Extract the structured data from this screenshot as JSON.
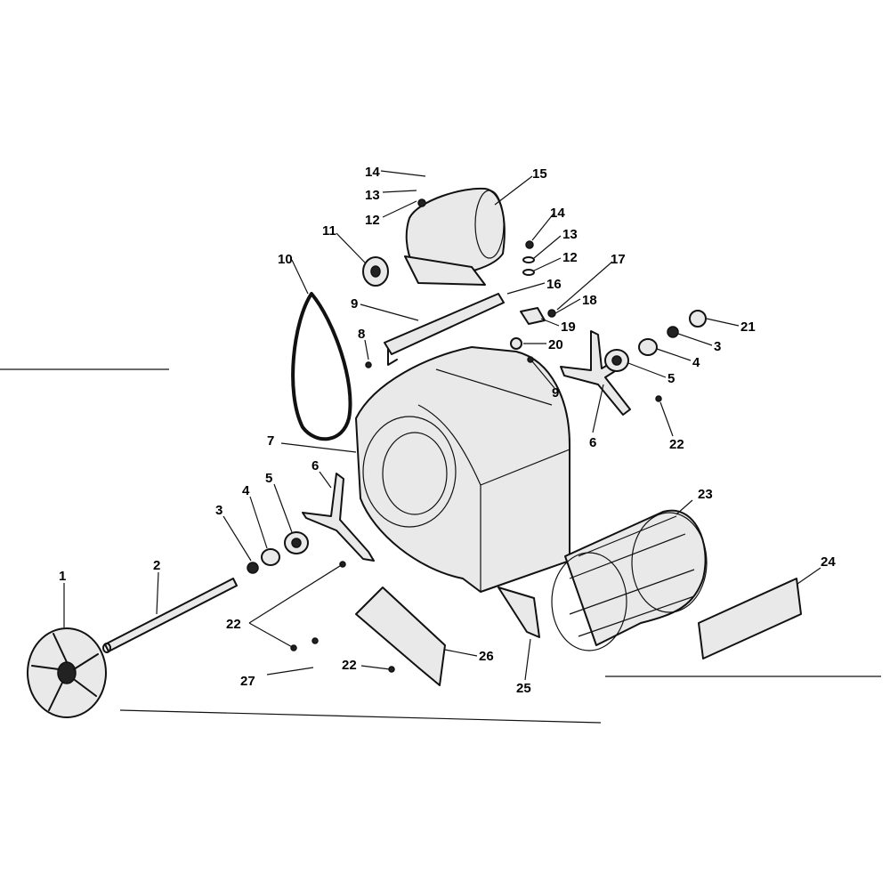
{
  "colors": {
    "ink": "#111111",
    "paper": "#ffffff",
    "shade": "#e9e9e9"
  },
  "callouts": [
    {
      "id": "c1",
      "label": "1"
    },
    {
      "id": "c2",
      "label": "2"
    },
    {
      "id": "c3a",
      "label": "3"
    },
    {
      "id": "c4a",
      "label": "4"
    },
    {
      "id": "c5a",
      "label": "5"
    },
    {
      "id": "c6a",
      "label": "6"
    },
    {
      "id": "c7",
      "label": "7"
    },
    {
      "id": "c8",
      "label": "8"
    },
    {
      "id": "c9a",
      "label": "9"
    },
    {
      "id": "c9b",
      "label": "9"
    },
    {
      "id": "c10",
      "label": "10"
    },
    {
      "id": "c11",
      "label": "11"
    },
    {
      "id": "c12a",
      "label": "12"
    },
    {
      "id": "c12b",
      "label": "12"
    },
    {
      "id": "c13a",
      "label": "13"
    },
    {
      "id": "c13b",
      "label": "13"
    },
    {
      "id": "c14a",
      "label": "14"
    },
    {
      "id": "c14b",
      "label": "14"
    },
    {
      "id": "c15",
      "label": "15"
    },
    {
      "id": "c16",
      "label": "16"
    },
    {
      "id": "c17",
      "label": "17"
    },
    {
      "id": "c18",
      "label": "18"
    },
    {
      "id": "c19",
      "label": "19"
    },
    {
      "id": "c20",
      "label": "20"
    },
    {
      "id": "c21",
      "label": "21"
    },
    {
      "id": "c3b",
      "label": "3"
    },
    {
      "id": "c4b",
      "label": "4"
    },
    {
      "id": "c5b",
      "label": "5"
    },
    {
      "id": "c6b",
      "label": "6"
    },
    {
      "id": "c22a",
      "label": "22"
    },
    {
      "id": "c22b",
      "label": "22"
    },
    {
      "id": "c22c",
      "label": "22"
    },
    {
      "id": "c23",
      "label": "23"
    },
    {
      "id": "c24",
      "label": "24"
    },
    {
      "id": "c25",
      "label": "25"
    },
    {
      "id": "c26",
      "label": "26"
    },
    {
      "id": "c27",
      "label": "27"
    }
  ]
}
